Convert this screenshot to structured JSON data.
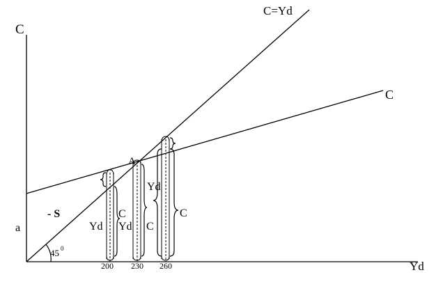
{
  "labels": {
    "y_axis": "C",
    "x_axis": "Yd",
    "line_45": "C=Yd",
    "consumption_line": "C",
    "intercept": "a",
    "point_a": "A",
    "dissaving": "- S",
    "angle": "45",
    "angle_degree": "0",
    "tick_200": "200",
    "tick_230": "230",
    "tick_260": "260",
    "brace_200_yd": "Yd",
    "brace_200_c": "C",
    "brace_230_yd": "Yd",
    "brace_230_c": "C",
    "brace_260_yd": "Yd",
    "brace_260_c": "C"
  },
  "colors": {
    "ink": "#000000",
    "background": "#ffffff"
  }
}
